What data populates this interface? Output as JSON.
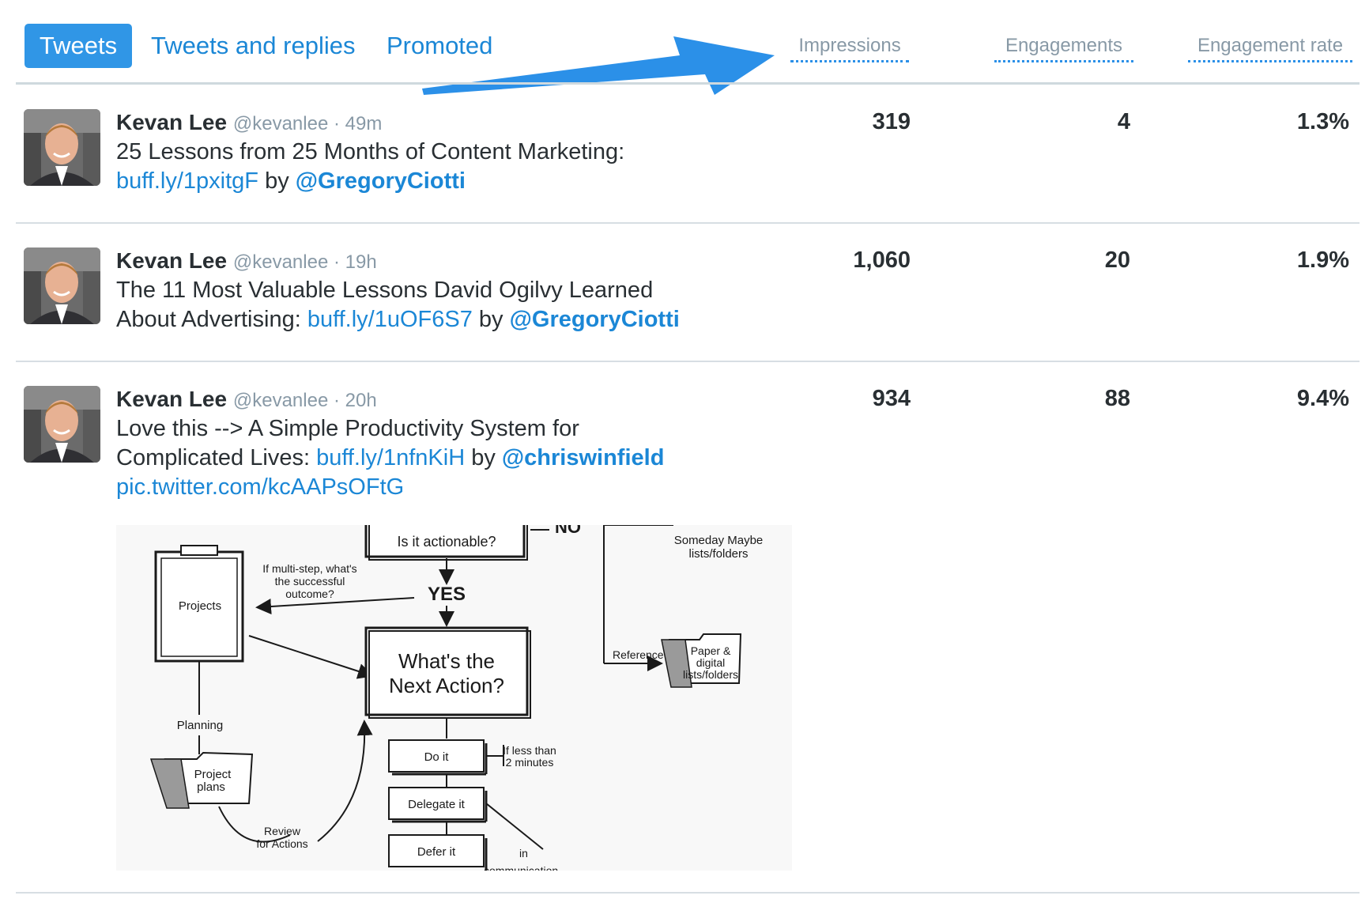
{
  "tabs": {
    "tweets": "Tweets",
    "tweets_and_replies": "Tweets and replies",
    "promoted": "Promoted"
  },
  "columns": {
    "impressions": "Impressions",
    "engagements": "Engagements",
    "engagement_rate": "Engagement rate"
  },
  "colors": {
    "accent": "#1b87d6",
    "active_tab": "#3096e6",
    "arrow": "#2b90e8"
  },
  "tweets": [
    {
      "name": "Kevan Lee",
      "handle": "@kevanlee · 49m",
      "line1": "25 Lessons from 25 Months of Content Marketing:",
      "link": "buff.ly/1pxitgF",
      "by": " by ",
      "mention": "@GregoryCiotti",
      "impressions": "319",
      "engagements": "4",
      "engagement_rate": "1.3%"
    },
    {
      "name": "Kevan Lee",
      "handle": "@kevanlee · 19h",
      "line1": "The 11 Most Valuable Lessons David Ogilvy Learned",
      "line2_prefix": "About Advertising: ",
      "link": "buff.ly/1uOF6S7",
      "by": " by ",
      "mention": "@GregoryCiotti",
      "impressions": "1,060",
      "engagements": "20",
      "engagement_rate": "1.9%"
    },
    {
      "name": "Kevan Lee",
      "handle": "@kevanlee · 20h",
      "line1": "Love this --> A Simple Productivity System for",
      "line2_prefix": "Complicated Lives: ",
      "link": "buff.ly/1nfnKiH",
      "by": " by ",
      "mention": "@chriswinfield",
      "pic_link": "pic.twitter.com/kcAAPsOFtG",
      "impressions": "934",
      "engagements": "88",
      "engagement_rate": "9.4%"
    }
  ],
  "diagram": {
    "no": "NO",
    "actionable": "Is it  actionable?",
    "someday_1": "Someday Maybe",
    "someday_2": "lists/folders",
    "multistep_1": "If multi-step, what's",
    "multistep_2": "the successful",
    "multistep_3": "outcome?",
    "yes": "YES",
    "projects": "Projects",
    "next_action_1": "What's the",
    "next_action_2": "Next Action?",
    "reference": "Reference",
    "paper_1": "Paper &",
    "paper_2": "digital",
    "paper_3": "lists/folders",
    "planning": "Planning",
    "do_it": "Do it",
    "less_than_1": "If less than",
    "less_than_2": "2 minutes",
    "project_plans_1": "Project",
    "project_plans_2": "plans",
    "delegate": "Delegate it",
    "review_1": "Review",
    "review_2": "for Actions",
    "defer": "Defer it",
    "in": "in",
    "communication": "communication"
  }
}
